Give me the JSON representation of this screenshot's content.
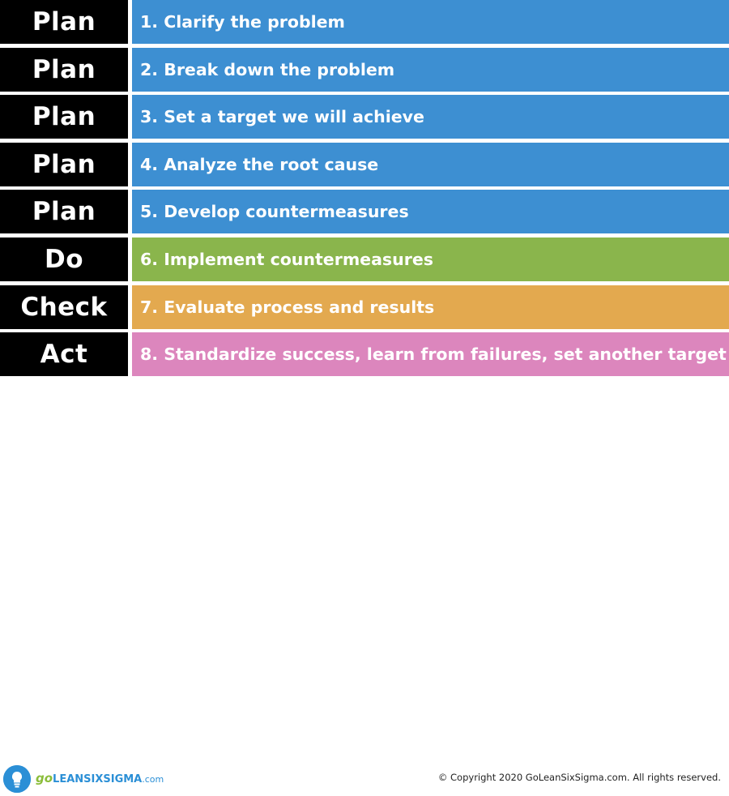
{
  "rows": [
    {
      "phase": "Plan",
      "step": "1. Clarify the problem",
      "color": "#3d8fd2"
    },
    {
      "phase": "Plan",
      "step": "2. Break down the problem",
      "color": "#3d8fd2"
    },
    {
      "phase": "Plan",
      "step": "3. Set a target we will achieve",
      "color": "#3d8fd2"
    },
    {
      "phase": "Plan",
      "step": "4. Analyze the root cause",
      "color": "#3d8fd2"
    },
    {
      "phase": "Plan",
      "step": "5. Develop countermeasures",
      "color": "#3d8fd2"
    },
    {
      "phase": "Do",
      "step": "6. Implement countermeasures",
      "color": "#8ab54c"
    },
    {
      "phase": "Check",
      "step": "7. Evaluate process and results",
      "color": "#e3a94f"
    },
    {
      "phase": "Act",
      "step": "8. Standardize success, learn from failures, set another target",
      "color": "#dc86bd"
    }
  ],
  "footer": {
    "logo_go": "go",
    "logo_name": "LEANSIXSIGMA",
    "logo_domain": ".com",
    "copyright": "© Copyright 2020 GoLeanSixSigma.com. All rights reserved."
  },
  "colors": {
    "phase_bg": "#000000",
    "logo_blue": "#2b8fd6",
    "logo_green": "#8bbd3a"
  }
}
